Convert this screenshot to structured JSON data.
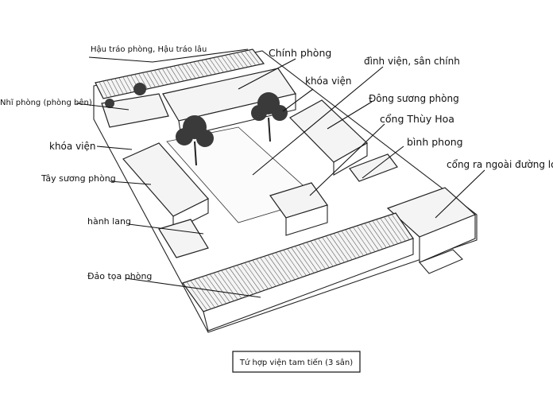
{
  "labels": {
    "hau_trao": "Hậu tráo phòng, Hậu tráo lâu",
    "chinh_phong": "Chính phòng",
    "dinh_vien": "đình viện, sân chính",
    "khoa_vien_right": "khóa viện",
    "nhi_phong": "Nhĩ phòng (phòng bên)",
    "dong_suong": "Đông sương phòng",
    "cong_thuy_hoa": "cổng Thùy Hoa",
    "khoa_vien_left": "khóa viện",
    "binh_phong": "bình phong",
    "tay_suong": "Tây sương phòng",
    "cong_ra_ngoai": "cổng ra ngoài đường lớn",
    "hanh_lang": "hành lang",
    "dao_toa": "Đảo tọa phòng"
  },
  "caption": "Tứ hợp viện tam tiến (3 sân)",
  "colors": {
    "ink": "#111111",
    "paper": "#ffffff"
  }
}
